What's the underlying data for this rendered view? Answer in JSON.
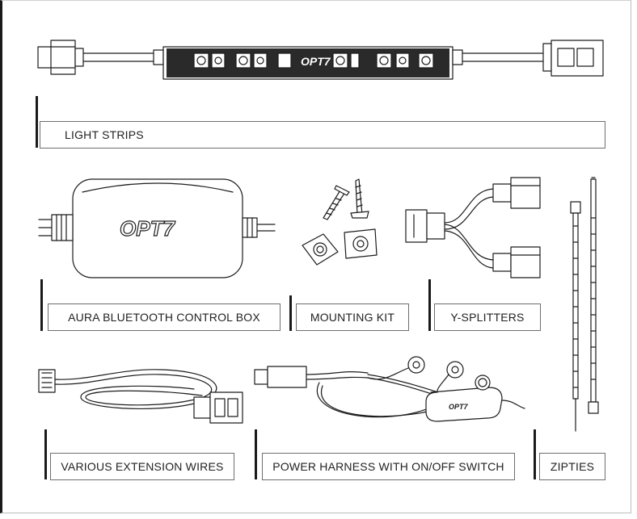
{
  "brand": {
    "logo_text": "OPT7"
  },
  "kit_items": [
    {
      "id": "light_strips",
      "label": "LIGHT STRIPS"
    },
    {
      "id": "control_box",
      "label": "AURA BLUETOOTH CONTROL BOX"
    },
    {
      "id": "mounting_kit",
      "label": "MOUNTING KIT"
    },
    {
      "id": "y_splitters",
      "label": "Y-SPLITTERS"
    },
    {
      "id": "extension_wires",
      "label": "VARIOUS EXTENSION WIRES"
    },
    {
      "id": "power_harness",
      "label": "POWER HARNESS WITH ON/OFF SWITCH"
    },
    {
      "id": "zipties",
      "label": "ZIPTIES"
    }
  ],
  "colors": {
    "line": "#1c1c1c",
    "border": "#6e6e6e",
    "accent_bar": "#1a1a1a"
  }
}
